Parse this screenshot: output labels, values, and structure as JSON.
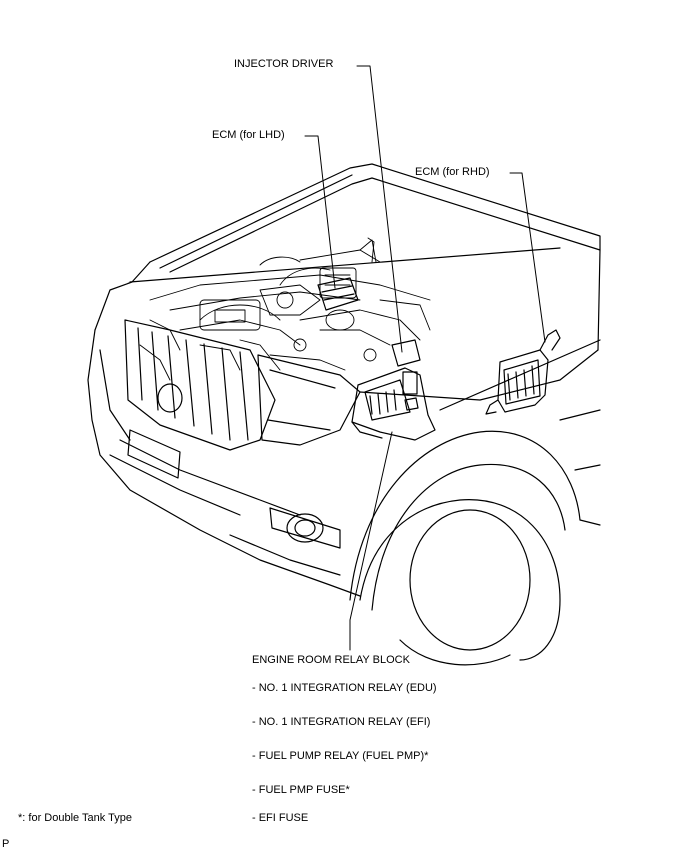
{
  "labels": {
    "injector_driver": "INJECTOR DRIVER",
    "ecm_lhd": "ECM (for LHD)",
    "ecm_rhd": "ECM (for RHD)",
    "engine_room_relay_block": "ENGINE ROOM RELAY BLOCK"
  },
  "relay_block_items": [
    "- NO. 1 INTEGRATION RELAY (EDU)",
    "- NO. 1 INTEGRATION RELAY (EFI)",
    "- FUEL PUMP RELAY (FUEL PMP)*",
    "- FUEL PMP FUSE*",
    "- EFI FUSE"
  ],
  "footnote": "*: for Double Tank Type",
  "corner_mark": "P"
}
